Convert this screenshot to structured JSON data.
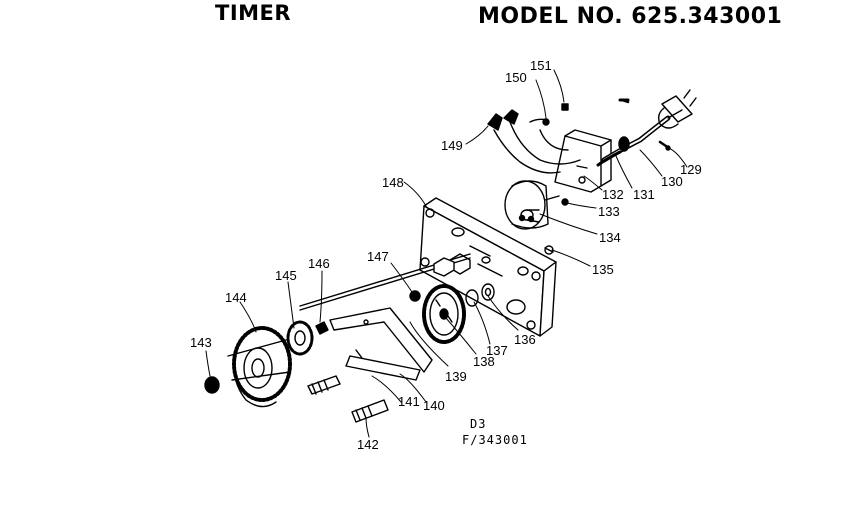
{
  "header": {
    "title": "TIMER",
    "model": "MODEL NO. 625.343001"
  },
  "reference": {
    "line1": "D3",
    "line2": "F/343001"
  },
  "callouts": [
    "129",
    "130",
    "131",
    "132",
    "133",
    "134",
    "135",
    "136",
    "137",
    "138",
    "139",
    "140",
    "141",
    "142",
    "143",
    "144",
    "145",
    "146",
    "147",
    "148",
    "149",
    "150",
    "151"
  ],
  "colors": {
    "ink": "#000000",
    "paper": "#ffffff"
  }
}
